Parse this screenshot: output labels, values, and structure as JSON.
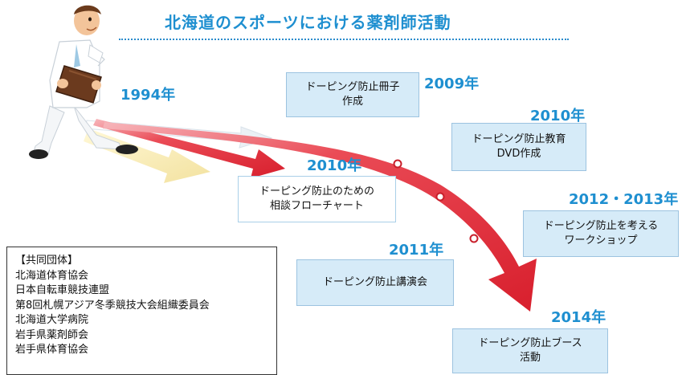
{
  "title": "北海道のスポーツにおける薬剤師活動",
  "events": [
    {
      "year": "1994年"
    },
    {
      "year": "2009年",
      "text": "ドーピング防止冊子\n作成"
    },
    {
      "year": "2010年",
      "text": "ドーピング防止教育\nDVD作成"
    },
    {
      "year": "2010年",
      "text": "ドーピング防止のための\n相談フローチャート"
    },
    {
      "year": "2012・2013年",
      "text": "ドーピング防止を考える\nワークショップ"
    },
    {
      "year": "2011年",
      "text": "ドーピング防止講演会"
    },
    {
      "year": "2014年",
      "text": "ドーピング防止ブース\n活動"
    }
  ],
  "partners": {
    "heading": "【共同団体】",
    "items": [
      "北海道体育協会",
      "日本自転車競技連盟",
      "第8回札幌アジア冬季競技大会組織委員会",
      "北海道大学病院",
      "岩手県薬剤師会",
      "岩手県体育協会"
    ]
  },
  "colors": {
    "accent": "#1e8fd0",
    "arrow": "#e5323f",
    "card": "#d6ebf8"
  }
}
